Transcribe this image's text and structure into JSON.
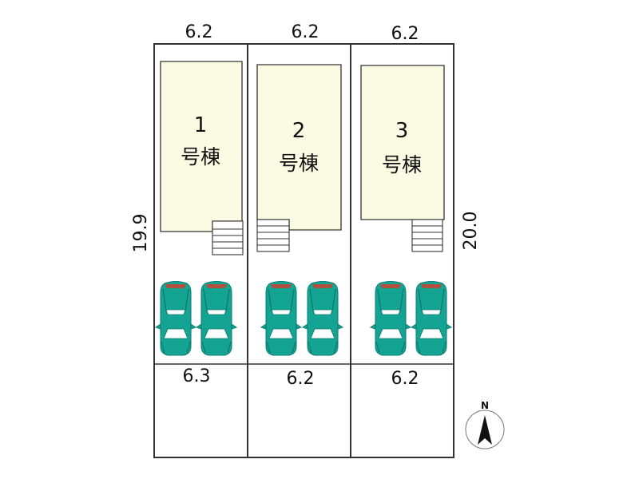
{
  "dimensions": {
    "top": [
      "6.2",
      "6.2",
      "6.2"
    ],
    "bottom": [
      "6.3",
      "6.2",
      "6.2"
    ],
    "left": "19.9",
    "right": "20.0"
  },
  "lots": [
    {
      "number": "1",
      "name": "号棟"
    },
    {
      "number": "2",
      "name": "号棟"
    },
    {
      "number": "3",
      "name": "号棟"
    }
  ],
  "compass": {
    "label": "N"
  },
  "colors": {
    "line": "#333333",
    "building_fill": "#fbfbe4",
    "car_body": "#14a493",
    "car_dark": "#0b7c70",
    "car_light": "#ffffff",
    "car_tail": "#b3503c"
  },
  "icons": {
    "car": "car-top-view-icon",
    "stairs": "stairs-icon",
    "compass": "north-arrow-icon"
  }
}
